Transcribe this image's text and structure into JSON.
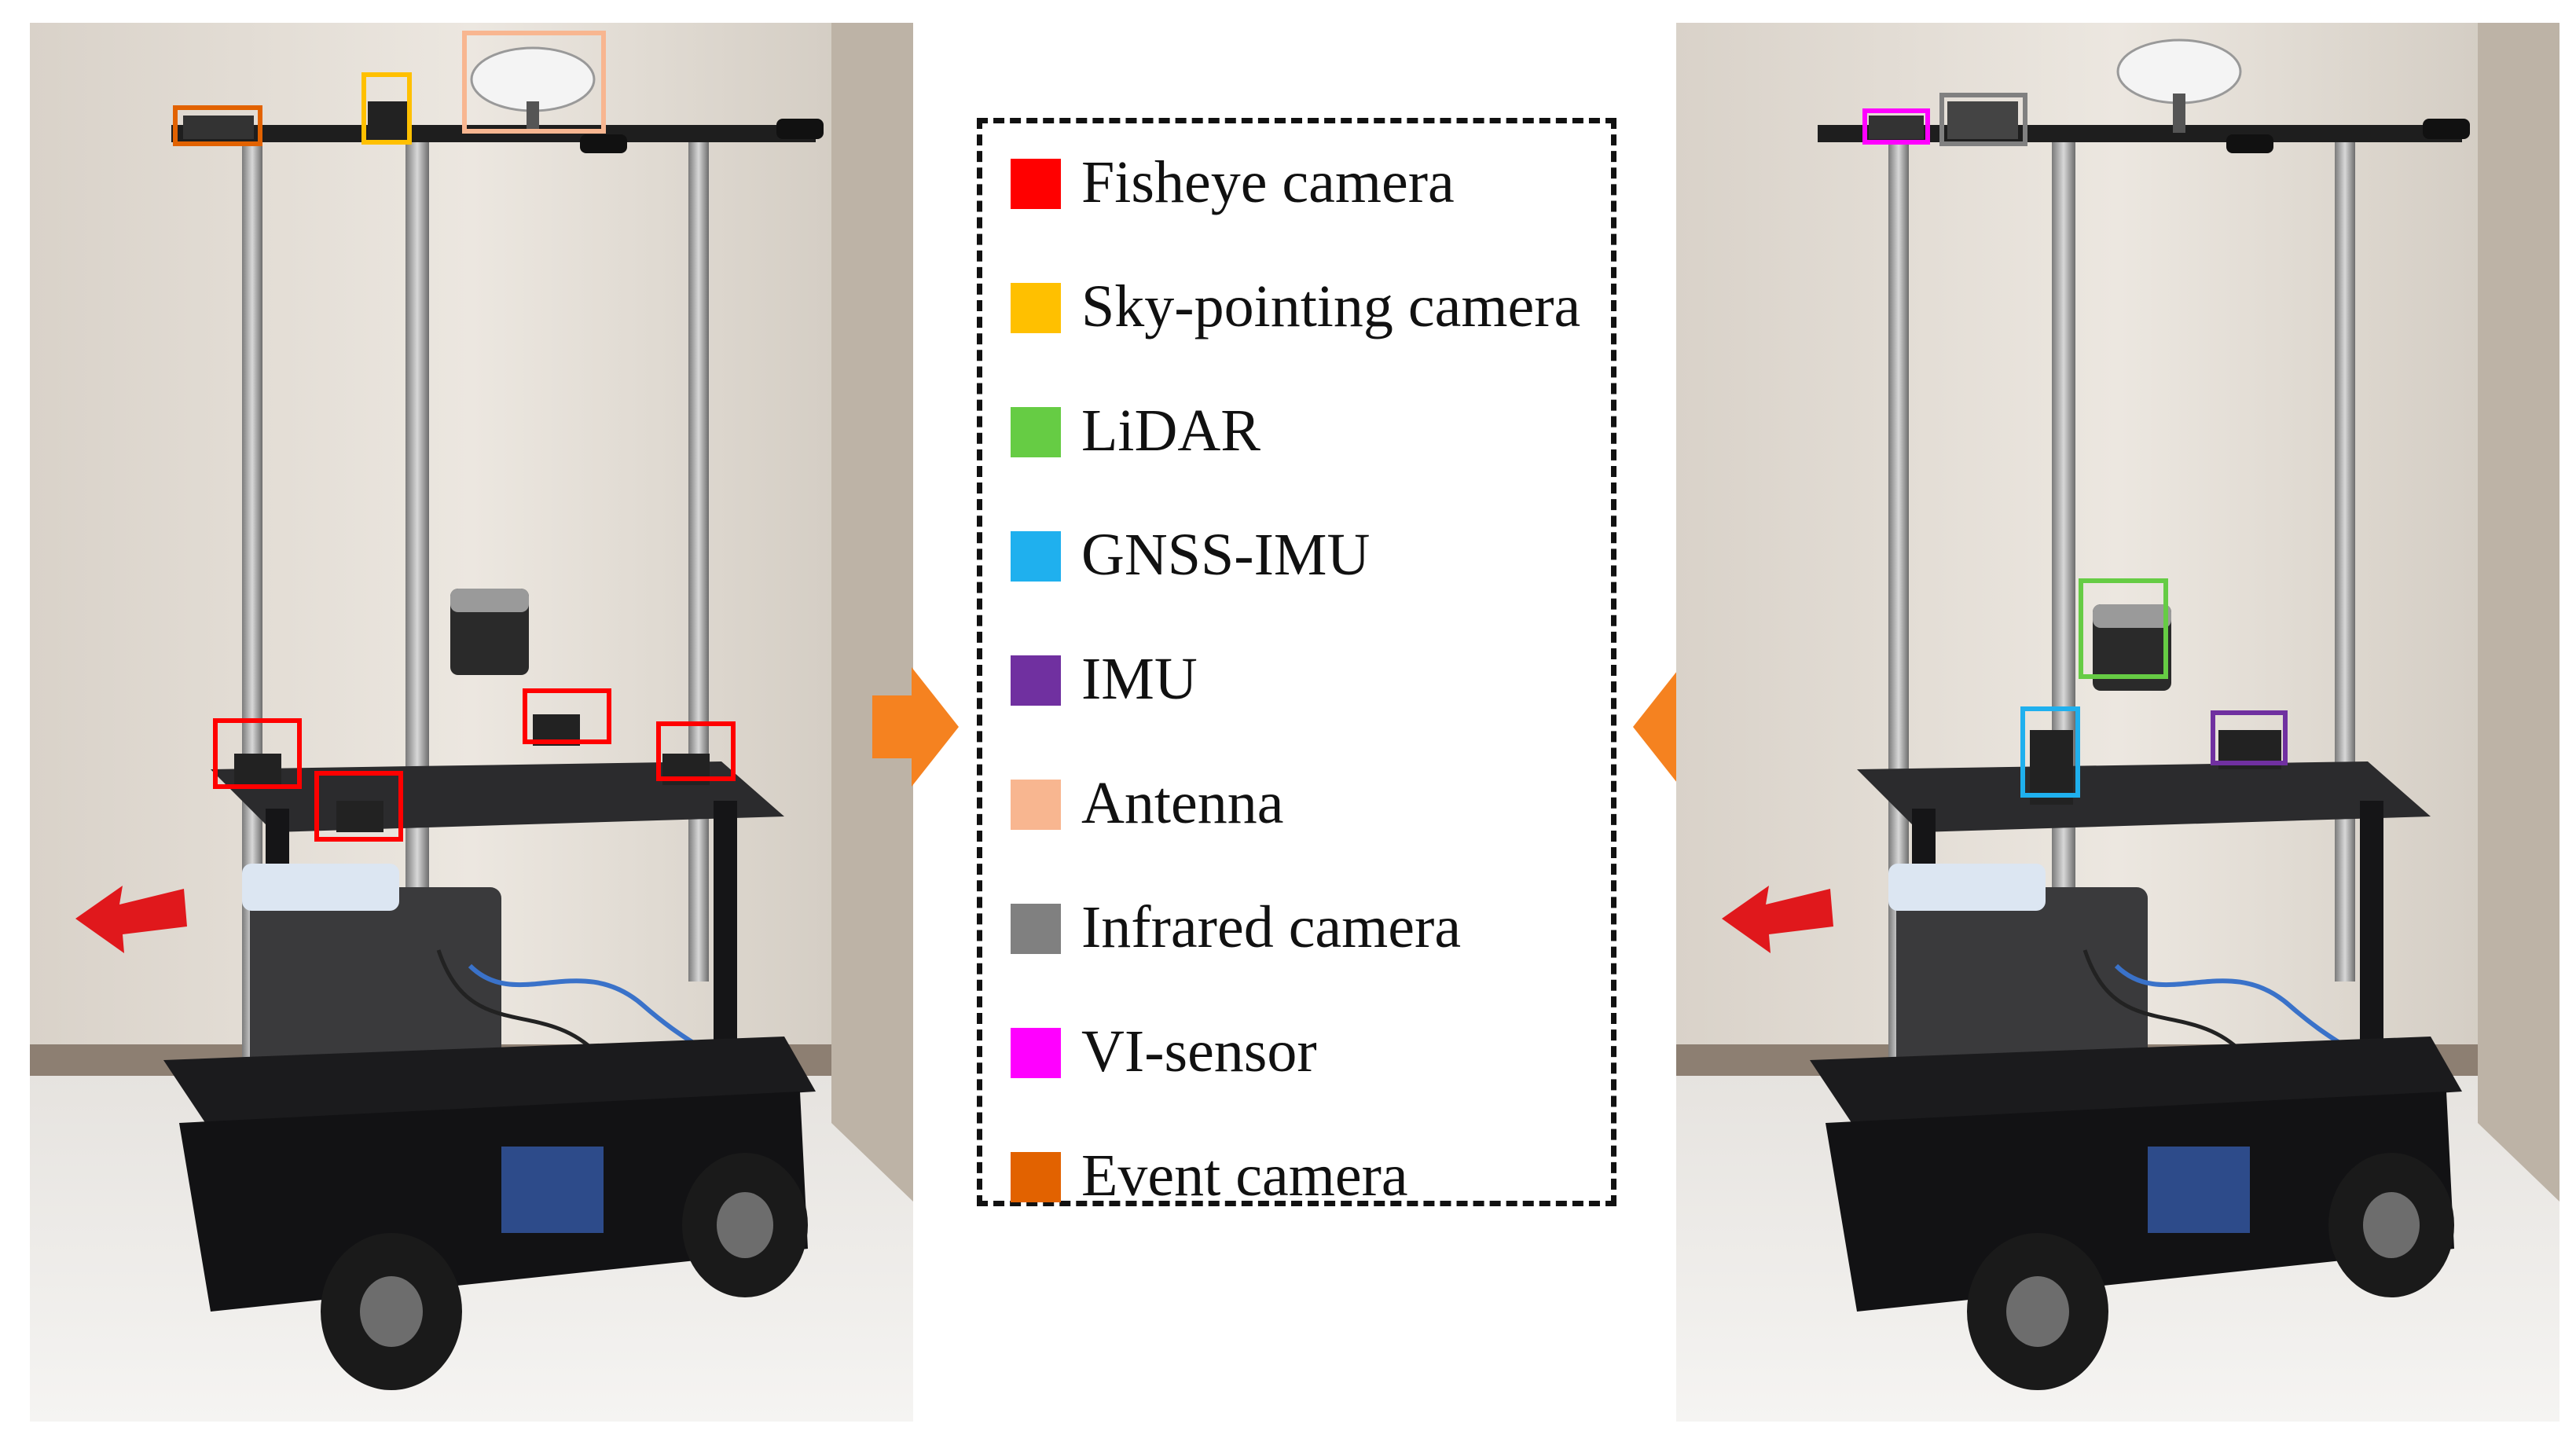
{
  "legend": {
    "items": [
      {
        "label": "Fisheye camera",
        "color": "#ff0000"
      },
      {
        "label": "Sky-pointing camera",
        "color": "#ffc000"
      },
      {
        "label": "LiDAR",
        "color": "#66cc44"
      },
      {
        "label": "GNSS-IMU",
        "color": "#1fb0ee"
      },
      {
        "label": "IMU",
        "color": "#7030a0"
      },
      {
        "label": "Antenna",
        "color": "#f8b690"
      },
      {
        "label": "Infrared camera",
        "color": "#808080"
      },
      {
        "label": "VI-sensor",
        "color": "#ff00ff"
      },
      {
        "label": "Event camera",
        "color": "#e26200"
      }
    ]
  },
  "colors": {
    "arrow_fill": "#f58220",
    "direction_arrow": "#e0181c",
    "frame_dark": "#1c1c1e",
    "wall": "#e6e0d8",
    "floor": "#efedea"
  }
}
